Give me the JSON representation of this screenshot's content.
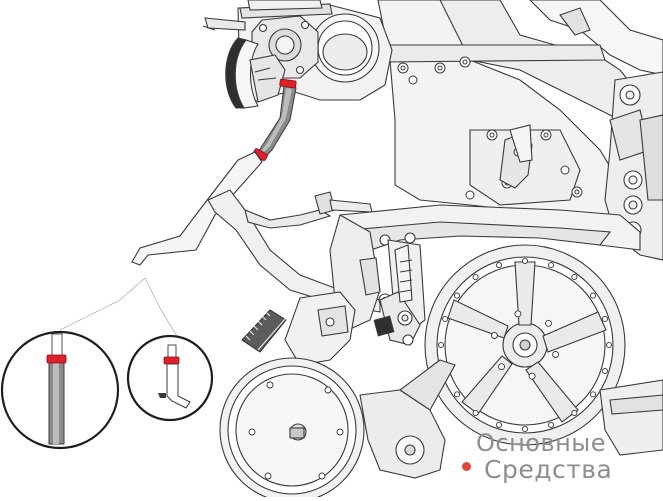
{
  "watermark": {
    "line1": "Основные",
    "line2": "Средства",
    "dot_color": "#e1473d"
  },
  "colors": {
    "line": "#3a3a3a",
    "fill_light": "#f1f1f1",
    "fill_mid": "#e4e4e4",
    "tube_dark": "#7b7b7b",
    "clamp_red": "#e0202a"
  },
  "callouts": [
    {
      "name": "callout-circle-tube-section",
      "depicts": "straight tube section with red clamp"
    },
    {
      "name": "callout-circle-tube-bend",
      "depicts": "bent tube outlet with red clamp"
    }
  ]
}
